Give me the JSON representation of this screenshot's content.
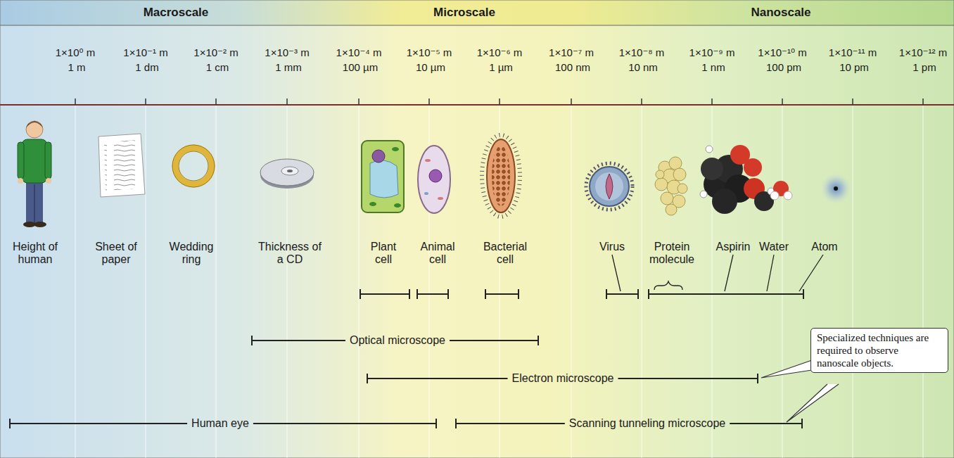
{
  "diagram": {
    "nodes": [
      {
        "text": [
          "Specialized techniques are required to observe nanoscale objects."
        ]
      }
    ],
    "edges": [],
    "labels": [
      "Macroscale",
      "Microscale",
      "Nanoscale",
      "1×10⁰ m",
      "1×10⁻¹ m",
      "1×10⁻² m",
      "1×10⁻³ m",
      "1×10⁻⁴ m",
      "1×10⁻⁵ m",
      "1×10⁻⁶ m",
      "1×10⁻⁷ m",
      "1×10⁻⁸ m",
      "1×10⁻⁹ m",
      "1×10⁻¹⁰ m",
      "1×10⁻¹¹ m",
      "1×10⁻¹² m",
      "1 m",
      "1 dm",
      "1 cm",
      "1 mm",
      "100 µm",
      "10 µm",
      "1 µm",
      "100 nm",
      "10 nm",
      "1 nm",
      "100 pm",
      "10 pm",
      "1 pm",
      "Height of human",
      "Sheet of paper",
      "Wedding ring",
      "Thickness of a CD",
      "Plant cell",
      "Animal cell",
      "Bacterial cell",
      "Virus",
      "Protein molecule",
      "Aspirin",
      "Water",
      "Atom",
      "Optical microscope",
      "Electron microscope",
      "Human eye",
      "Scanning tunneling microscope"
    ]
  }
}
